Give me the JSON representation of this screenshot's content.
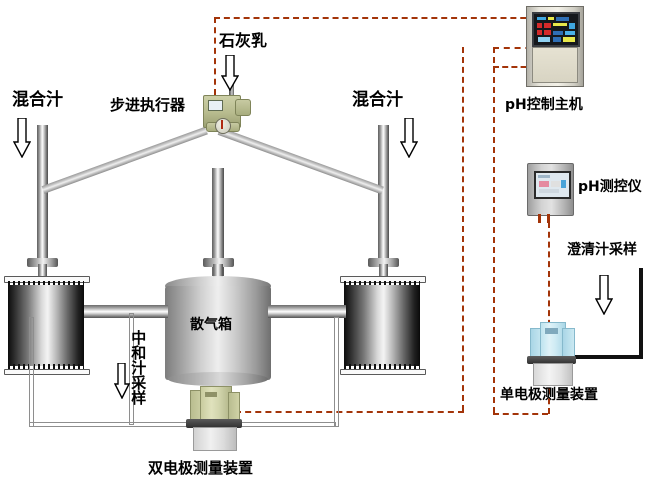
{
  "diagram": {
    "title": "pH control system for juice clarification process",
    "colors": {
      "signal_line": "#a33409",
      "pipe_metal": "#bdbdbd",
      "tank_dark": "#1a1a1a",
      "actuator_olive": "#b7bb8e",
      "single_electrode_cyan": "#bfe4ef"
    }
  },
  "labels": {
    "lime_milk": "石灰乳",
    "stepping_actuator": "步进执行器",
    "mixed_juice_left": "混合汁",
    "mixed_juice_right": "混合汁",
    "gas_box": "散气箱",
    "neutral_juice_sampling": "中和汁采样",
    "dual_electrode_device": "双电极测量装置",
    "ph_control_host": "pH控制主机",
    "ph_measuring_instrument": "pH测控仪",
    "clarified_juice_sampling": "澄清汁采样",
    "single_electrode_device": "单电极测量装置"
  },
  "flow_arrows": [
    {
      "name": "lime-milk-arrow",
      "direction": "down"
    },
    {
      "name": "mixed-juice-left-arrow",
      "direction": "down"
    },
    {
      "name": "mixed-juice-right-arrow",
      "direction": "down"
    },
    {
      "name": "neutral-juice-sampling-arrow",
      "direction": "down"
    },
    {
      "name": "clarified-juice-sampling-arrow",
      "direction": "down"
    }
  ],
  "equipment": [
    {
      "id": "stepping-actuator",
      "label": "步进执行器"
    },
    {
      "id": "left-tank",
      "label": ""
    },
    {
      "id": "right-tank",
      "label": ""
    },
    {
      "id": "gas-box",
      "label": "散气箱"
    },
    {
      "id": "dual-electrode-device",
      "label": "双电极测量装置"
    },
    {
      "id": "single-electrode-device",
      "label": "单电极测量装置"
    },
    {
      "id": "ph-control-host",
      "label": "pH控制主机"
    },
    {
      "id": "ph-measuring-instrument",
      "label": "pH测控仪"
    }
  ],
  "signal_links": [
    {
      "from": "ph-control-host",
      "to": "stepping-actuator"
    },
    {
      "from": "dual-electrode-device",
      "to": "ph-control-host"
    },
    {
      "from": "single-electrode-device",
      "to": "ph-measuring-instrument"
    }
  ]
}
